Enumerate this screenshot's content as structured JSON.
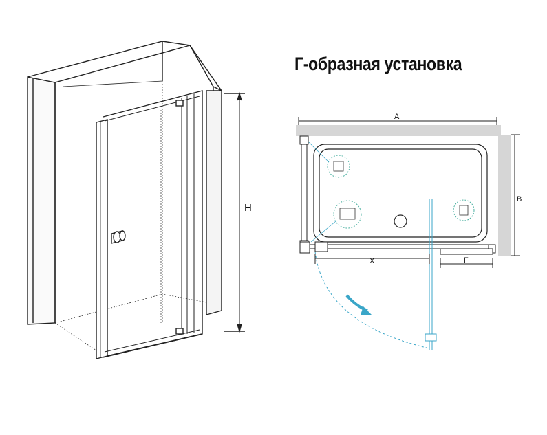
{
  "title": "Г-образная установка",
  "left_view": {
    "height_label": "H"
  },
  "plan_view": {
    "width_label": "A",
    "depth_label": "B",
    "opening_label": "X",
    "fixed_label": "F"
  },
  "colors": {
    "line": "#222222",
    "wall": "#d6d6d6",
    "accent": "#3aa6c8",
    "inset": "#4ab0a0"
  }
}
